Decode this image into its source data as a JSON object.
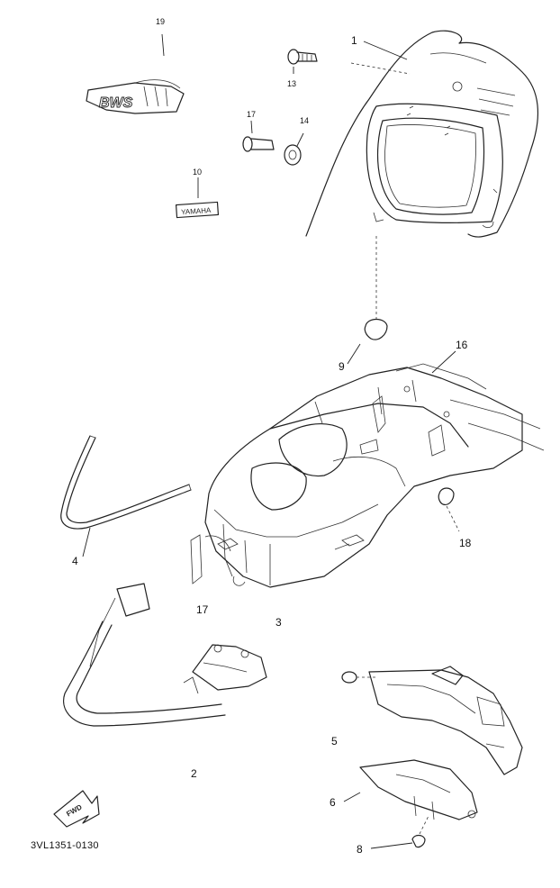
{
  "diagram": {
    "catalog_code": "3VL1351-0130",
    "callouts": {
      "c1": "1",
      "c2": "2",
      "c3": "3",
      "c4": "4",
      "c5": "5",
      "c6": "6",
      "c8": "8",
      "c9": "9",
      "c10": "10",
      "c13": "13",
      "c14": "14",
      "c16": "16",
      "c17a": "17",
      "c17b": "17",
      "c18": "18",
      "c19": "19"
    },
    "emblem_text": "BWS",
    "fwd_text": "FWD",
    "plate_text": "YAMAHA"
  }
}
